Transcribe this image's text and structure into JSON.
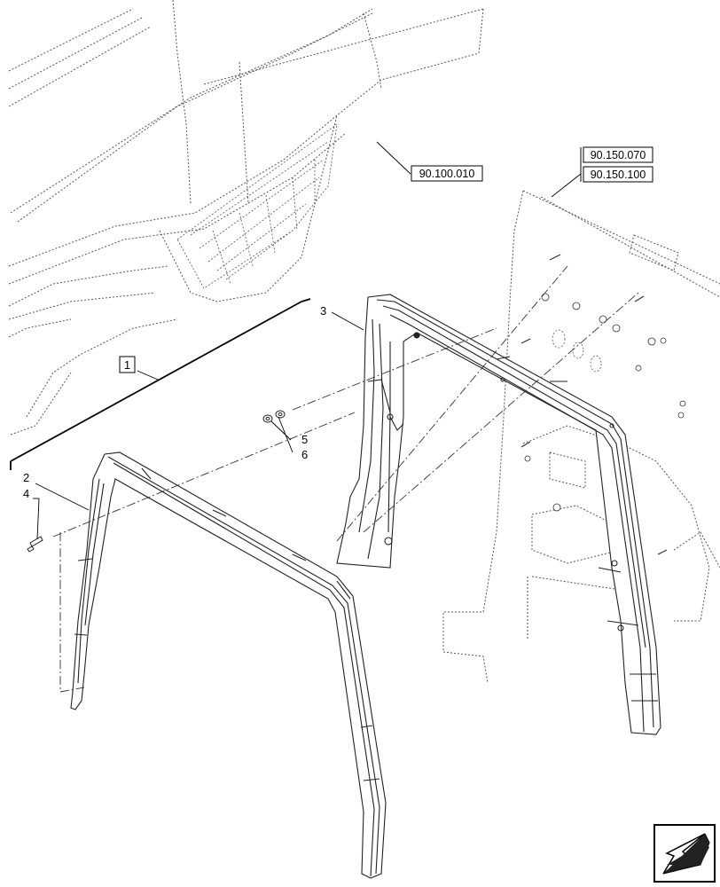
{
  "diagram": {
    "reference_boxes": [
      {
        "id": "ref-a",
        "text": "90.100.010"
      },
      {
        "id": "ref-b",
        "text": "90.150.070"
      },
      {
        "id": "ref-c",
        "text": "90.150.100"
      }
    ],
    "callouts": {
      "kit": "1",
      "seal_left": "2",
      "seal_right": "3",
      "screw": "4",
      "nut": "5",
      "washer": "6"
    },
    "nav_icon": "previous-page-arrow-icon"
  }
}
